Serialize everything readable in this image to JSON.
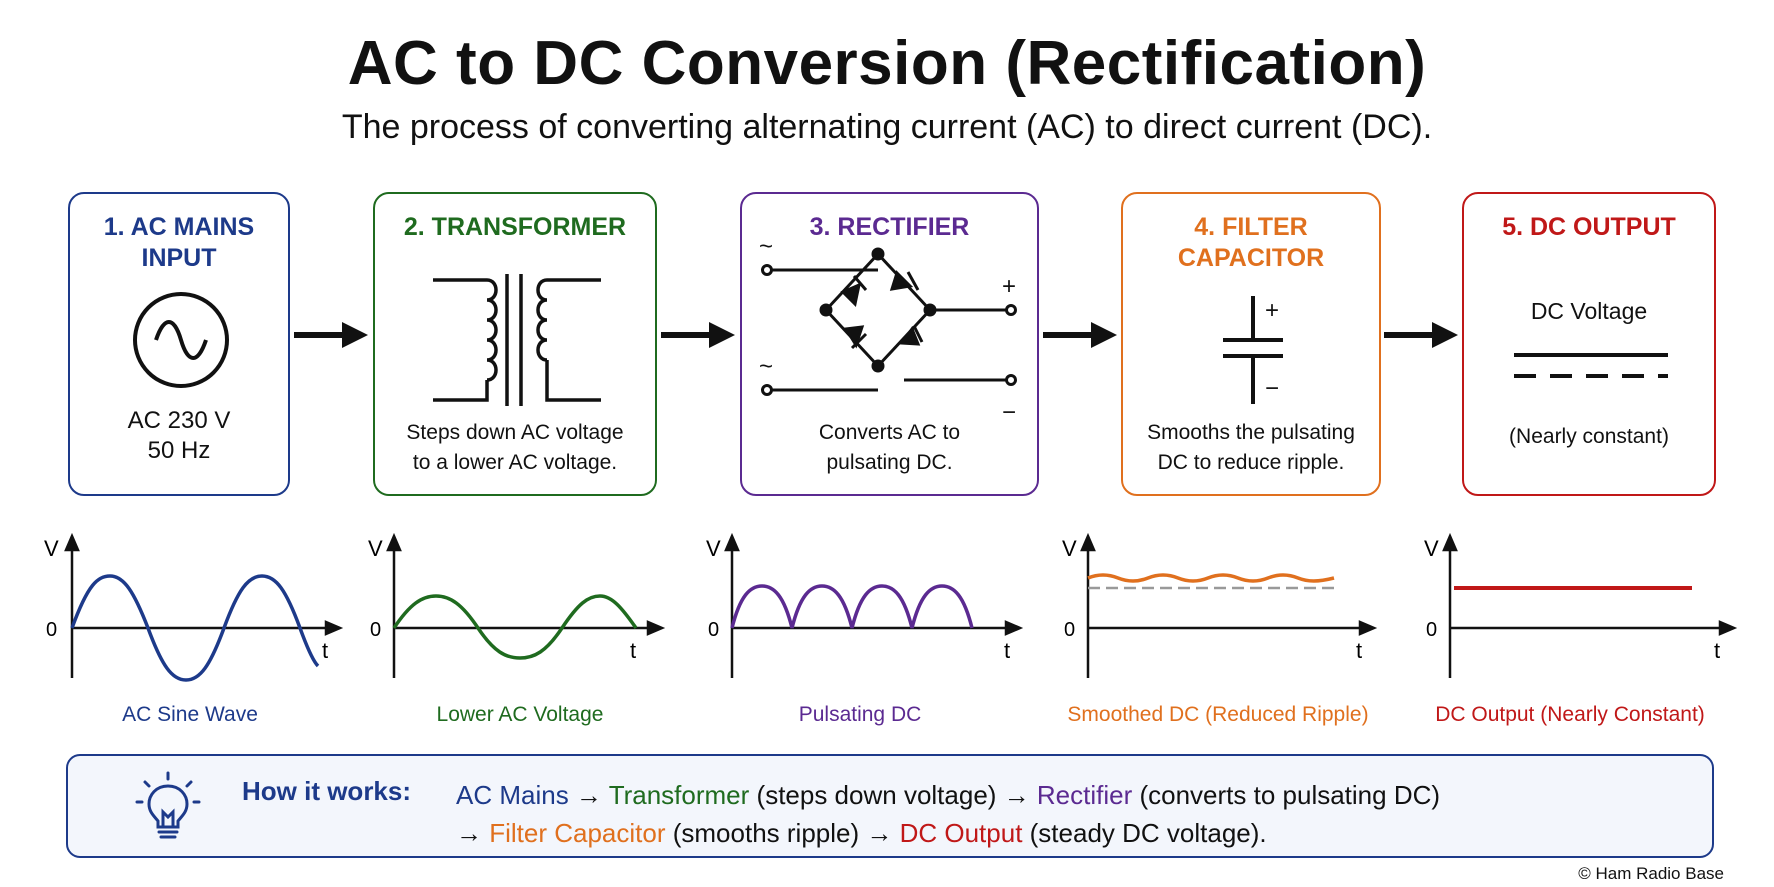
{
  "header": {
    "title": "AC to DC Conversion (Rectification)",
    "subtitle": "The process of converting alternating current (AC) to direct current (DC)."
  },
  "colors": {
    "ac_mains": "#1d3a8a",
    "transformer": "#1f6b1f",
    "rectifier": "#5b2a91",
    "filter": "#e0701e",
    "dc_output": "#c01818",
    "arrow": "#111111"
  },
  "stages": [
    {
      "title": "1. AC MAINS INPUT",
      "title_lines": [
        "1. AC MAINS",
        "INPUT"
      ],
      "icon": "ac-source-icon",
      "desc_lines": [
        "AC 230 V",
        "50 Hz"
      ]
    },
    {
      "title": "2. TRANSFORMER",
      "title_lines": [
        "2. TRANSFORMER"
      ],
      "icon": "transformer-icon",
      "desc_lines": [
        "Steps down AC voltage",
        "to a lower AC voltage."
      ]
    },
    {
      "title": "3. RECTIFIER",
      "title_lines": [
        "3. RECTIFIER"
      ],
      "icon": "bridge-rectifier-icon",
      "symbols": {
        "ac": "~",
        "plus": "+",
        "minus": "−"
      },
      "desc_lines": [
        "Converts AC to",
        "pulsating DC."
      ]
    },
    {
      "title": "4. FILTER CAPACITOR",
      "title_lines": [
        "4. FILTER",
        "CAPACITOR"
      ],
      "icon": "capacitor-icon",
      "symbols": {
        "plus": "+",
        "minus": "−"
      },
      "desc_lines": [
        "Smooths the pulsating",
        "DC to reduce ripple."
      ]
    },
    {
      "title": "5. DC OUTPUT",
      "title_lines": [
        "5. DC OUTPUT"
      ],
      "icon": "dc-symbol-icon",
      "label": "DC Voltage",
      "desc_lines": [
        "(Nearly constant)"
      ]
    }
  ],
  "waveforms": {
    "axis_labels": {
      "y": "V",
      "x": "t",
      "origin": "0"
    },
    "captions": [
      "AC Sine Wave",
      "Lower AC Voltage",
      "Pulsating DC",
      "Smoothed DC (Reduced Ripple)",
      "DC Output (Nearly Constant)"
    ]
  },
  "how_it_works": {
    "label": "How it works:",
    "line1": [
      {
        "text": "AC Mains",
        "color": "#1d3a8a"
      },
      {
        "text": " → ",
        "color": "#111111"
      },
      {
        "text": "Transformer",
        "color": "#1f6b1f"
      },
      {
        "text": " (steps down voltage) → ",
        "color": "#111111"
      },
      {
        "text": "Rectifier",
        "color": "#5b2a91"
      },
      {
        "text": " (converts to pulsating DC)",
        "color": "#111111"
      }
    ],
    "line2": [
      {
        "text": "→ ",
        "color": "#111111"
      },
      {
        "text": "Filter Capacitor",
        "color": "#e0701e"
      },
      {
        "text": " (smooths ripple) → ",
        "color": "#111111"
      },
      {
        "text": "DC Output",
        "color": "#c01818"
      },
      {
        "text": " (steady DC voltage).",
        "color": "#111111"
      }
    ]
  },
  "footer": {
    "copyright": "© Ham Radio Base"
  }
}
